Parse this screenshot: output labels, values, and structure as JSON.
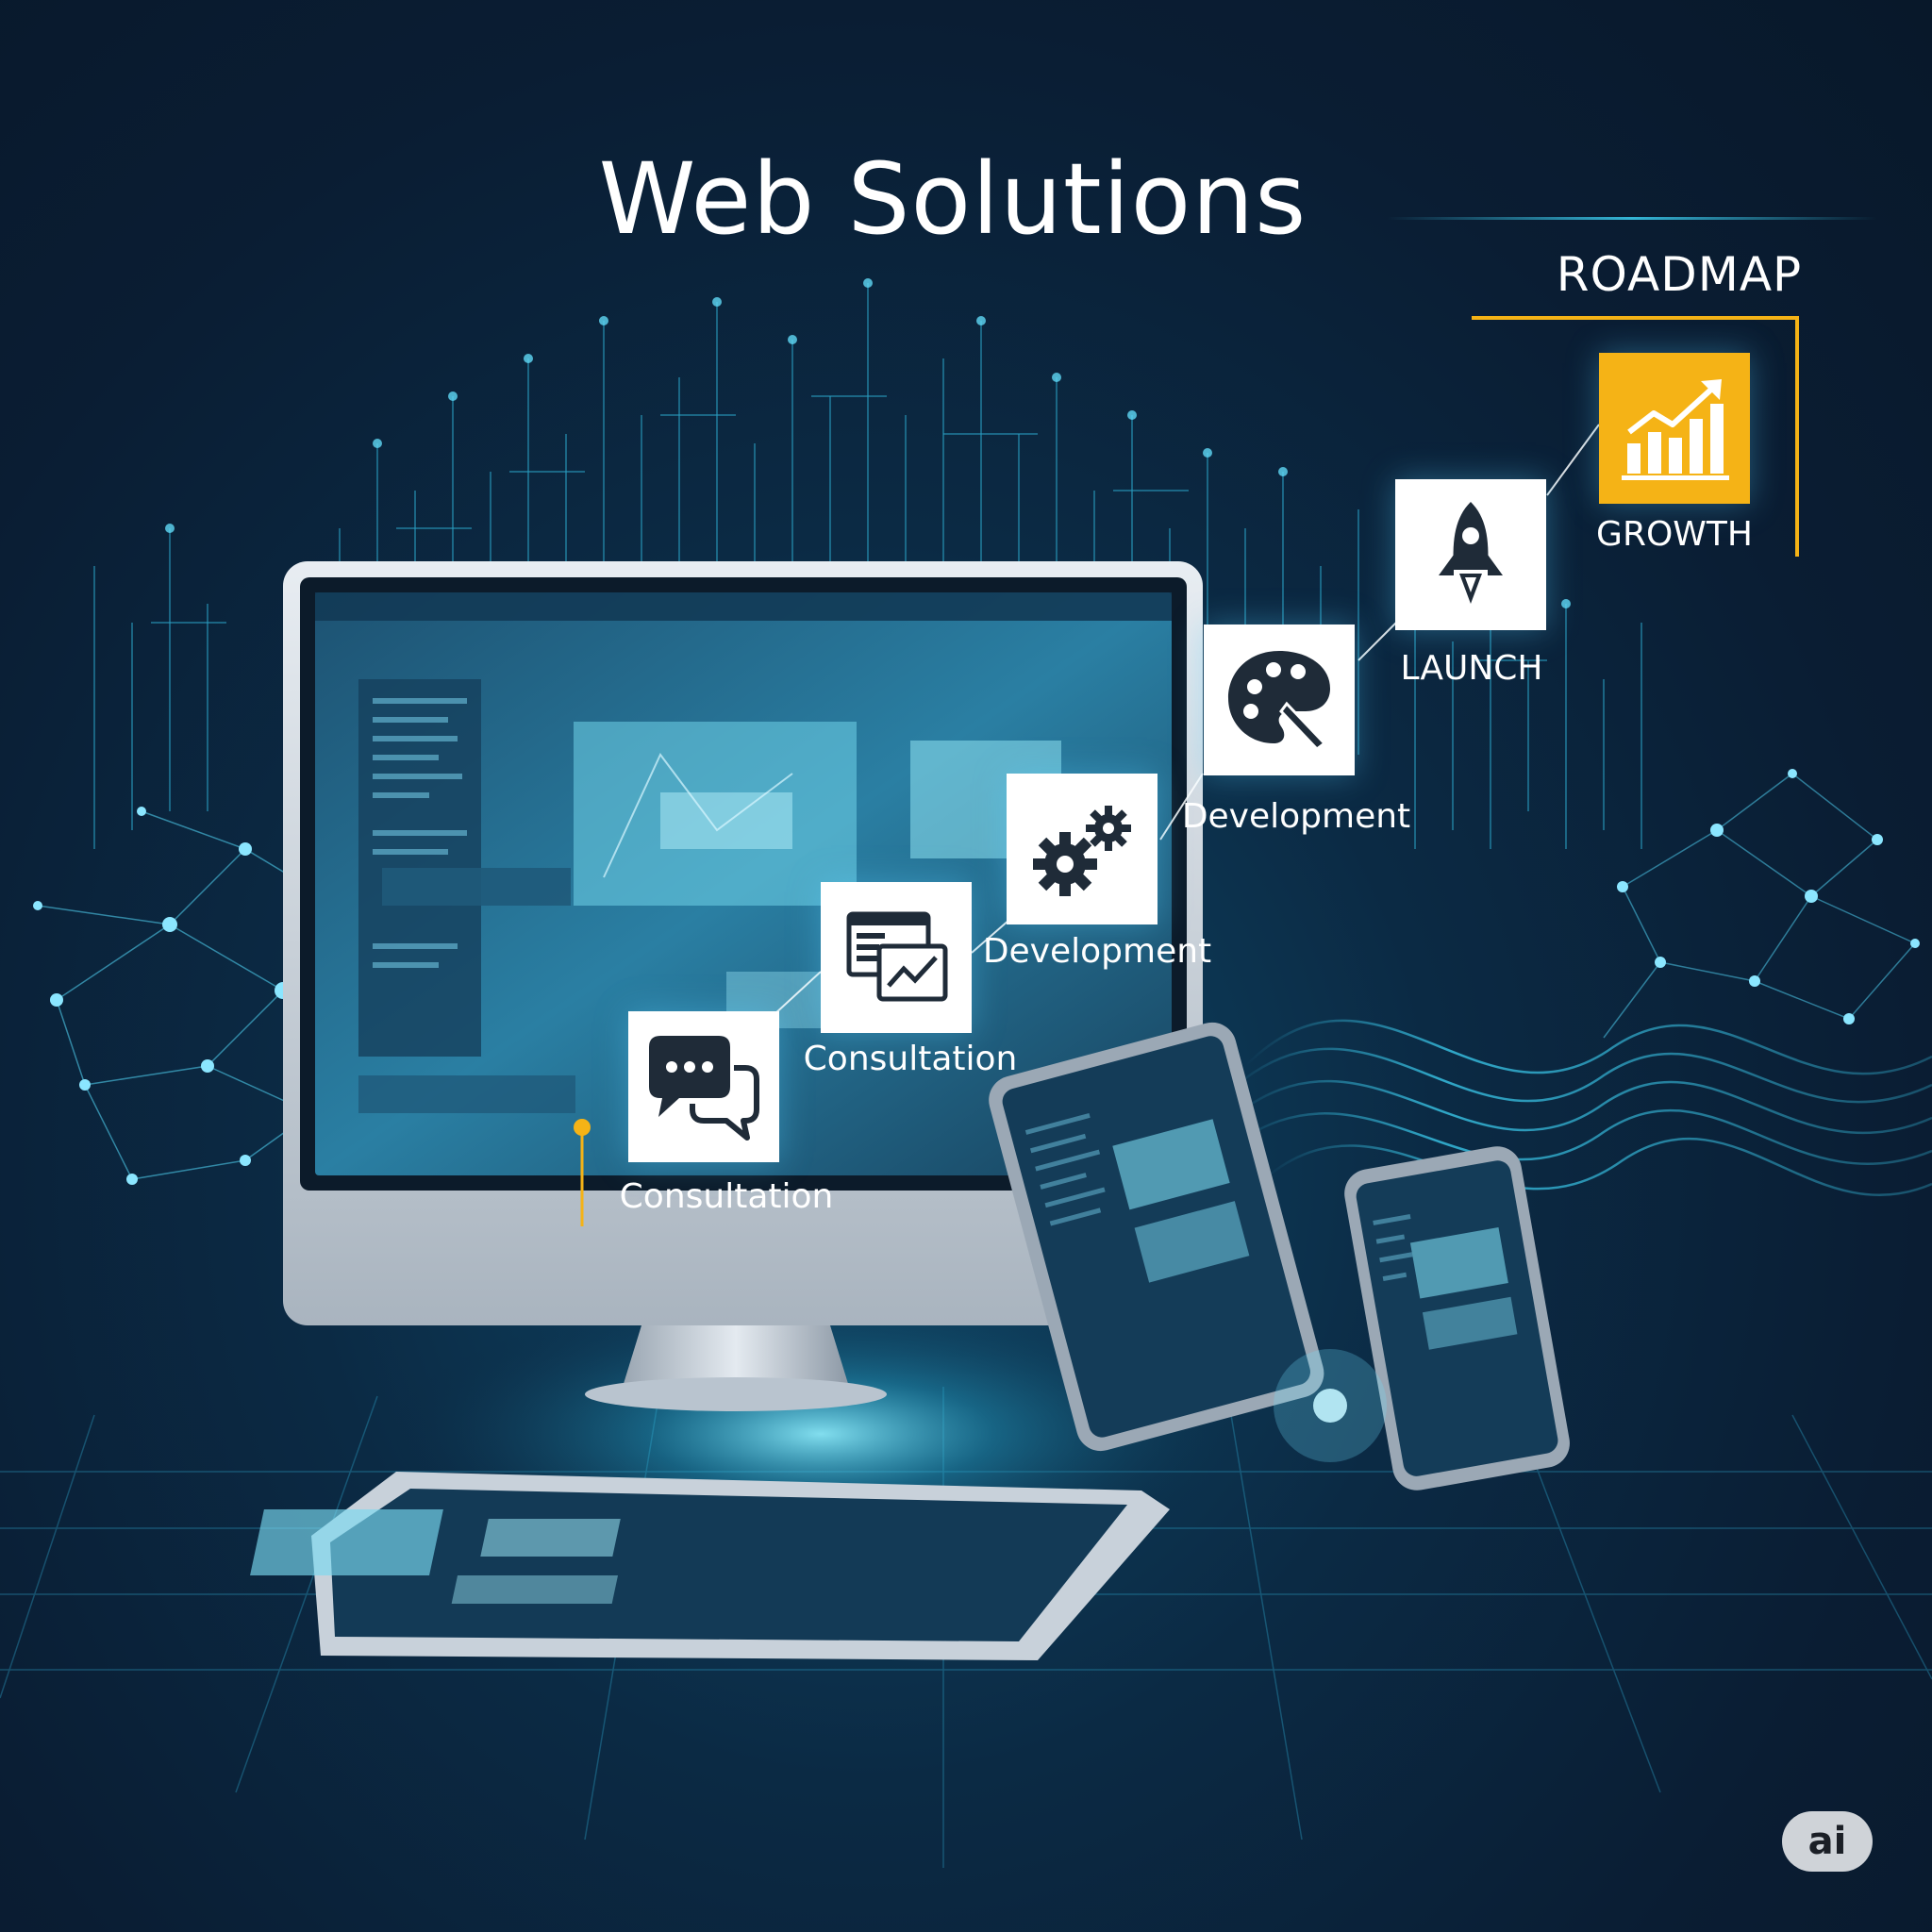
{
  "page": {
    "title": "Web Solutions",
    "roadmap_label": "ROADMAP",
    "badge_text": "ai"
  },
  "roadmap": {
    "steps": [
      {
        "label": "Consultation",
        "icon": "chat-bubbles-icon"
      },
      {
        "label": "Consultation",
        "icon": "dashboard-screens-icon"
      },
      {
        "label": "Development",
        "icon": "gears-icon"
      },
      {
        "label": "Development",
        "icon": "palette-icon"
      },
      {
        "label": "LAUNCH",
        "icon": "rocket-icon"
      },
      {
        "label": "GROWTH",
        "icon": "growth-chart-icon"
      }
    ]
  },
  "colors": {
    "background": "#0a1d33",
    "glow": "#39c6e8",
    "accent_yellow": "#f5b316",
    "tile_white": "#ffffff",
    "icon_dark": "#1f2b38"
  }
}
